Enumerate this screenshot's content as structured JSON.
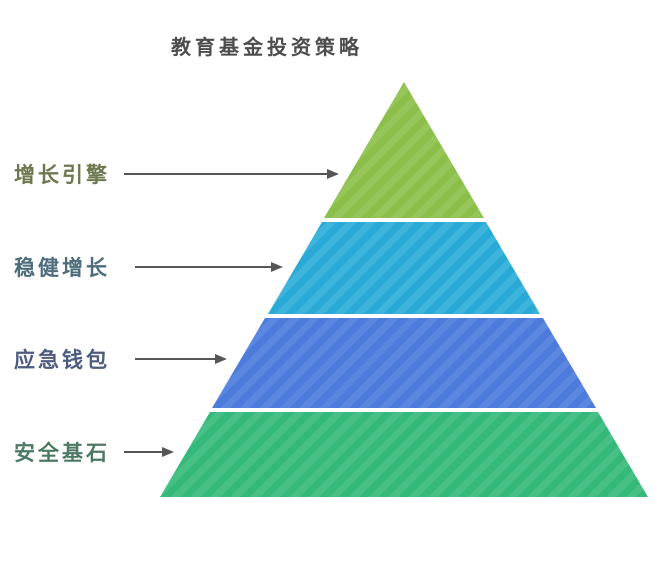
{
  "title": "教育基金投资策略",
  "title_color": "#4d4d4d",
  "arrow_color": "#565656",
  "diagram": {
    "type": "pyramid",
    "levels_top_to_bottom": [
      "增长引擎",
      "稳健增长",
      "应急钱包",
      "安全基石"
    ]
  },
  "levels": [
    {
      "label": "增长引擎",
      "color": "#8cbe4a",
      "stripe_color": "#96c55a",
      "label_color": "#6d7850"
    },
    {
      "label": "稳健增长",
      "color": "#29a9d6",
      "stripe_color": "#3db4dc",
      "label_color": "#4e6d7c"
    },
    {
      "label": "应急钱包",
      "color": "#4c7bdc",
      "stripe_color": "#5c87e0",
      "label_color": "#4c5b7e"
    },
    {
      "label": "安全基石",
      "color": "#34b97a",
      "stripe_color": "#46c087",
      "label_color": "#4e7a63"
    }
  ]
}
